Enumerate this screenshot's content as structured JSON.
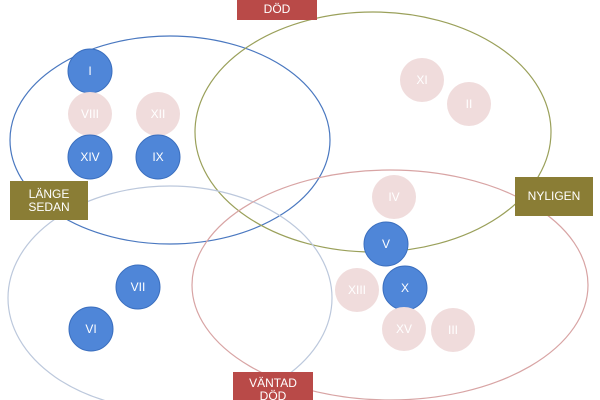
{
  "colors": {
    "ellipse_top_left": "#4a78c0",
    "ellipse_top_right": "#9aa05a",
    "ellipse_bottom_left": "#bcc8dc",
    "ellipse_bottom_right": "#d8a4a4",
    "node_active_fill": "#4f86d8",
    "node_active_text": "#ffffff",
    "node_faded_fill": "#f0dcdc",
    "node_faded_text": "#ffffff",
    "label_red": "#b94a48",
    "label_olive": "#8a7d35"
  },
  "labels": {
    "top": "DÖD",
    "left": "LÄNGE\nSEDAN",
    "right": "NYLIGEN",
    "bottom": "VÄNTAD\nDÖD"
  },
  "nodes": [
    {
      "id": "I",
      "label": "I",
      "style": "active"
    },
    {
      "id": "VIII",
      "label": "VIII",
      "style": "faded"
    },
    {
      "id": "XII",
      "label": "XII",
      "style": "faded"
    },
    {
      "id": "XIV",
      "label": "XIV",
      "style": "active"
    },
    {
      "id": "IX",
      "label": "IX",
      "style": "active"
    },
    {
      "id": "XI",
      "label": "XI",
      "style": "faded"
    },
    {
      "id": "II",
      "label": "II",
      "style": "faded"
    },
    {
      "id": "IV",
      "label": "IV",
      "style": "faded"
    },
    {
      "id": "V",
      "label": "V",
      "style": "active"
    },
    {
      "id": "XIII",
      "label": "XIII",
      "style": "faded"
    },
    {
      "id": "X",
      "label": "X",
      "style": "active"
    },
    {
      "id": "XV",
      "label": "XV",
      "style": "faded"
    },
    {
      "id": "III",
      "label": "III",
      "style": "faded"
    },
    {
      "id": "VII",
      "label": "VII",
      "style": "active"
    },
    {
      "id": "VI",
      "label": "VI",
      "style": "active"
    }
  ]
}
